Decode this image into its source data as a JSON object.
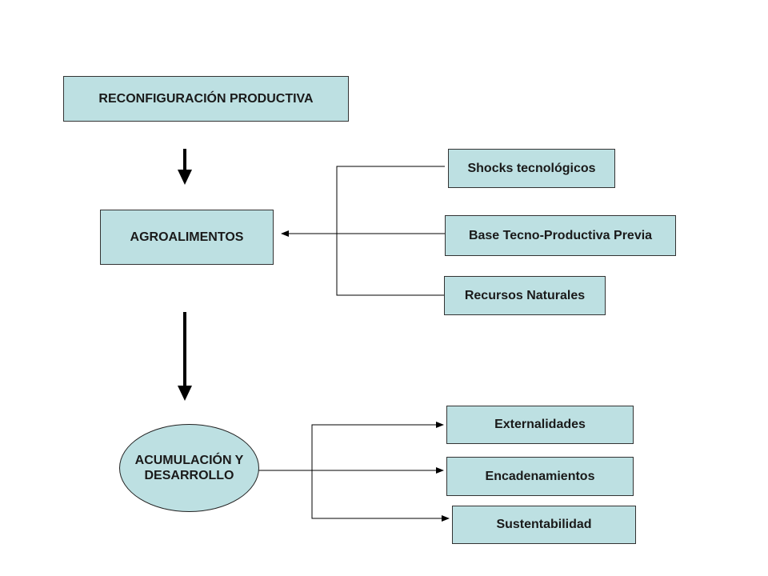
{
  "colors": {
    "box_fill": "#bde0e2",
    "line": "#000000"
  },
  "nodes": {
    "reconfiguracion": "RECONFIGURACIÓN PRODUCTIVA",
    "agroalimentos": "AGROALIMENTOS",
    "acumulacion_line1": "ACUMULACIÓN Y",
    "acumulacion_line2": "DESARROLLO",
    "shocks": "Shocks tecnológicos",
    "base": "Base Tecno-Productiva Previa",
    "recursos": "Recursos Naturales",
    "externalidades": "Externalidades",
    "encadenamientos": "Encadenamientos",
    "sustentabilidad": "Sustentabilidad"
  }
}
